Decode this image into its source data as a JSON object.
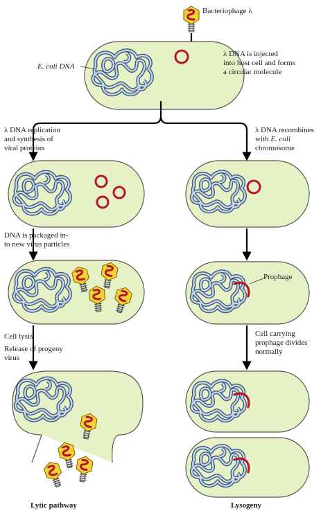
{
  "labels": {
    "phage": "Bacteriophage λ",
    "ecoli_dna": "E. coli DNA",
    "injected": "λ DNA is injected\ninto host cell and forms\na circular molecule",
    "replication": "λ DNA replication\nand synthesis of\nviral proteins",
    "recombines_1": "λ DNA recombines\nwith ",
    "recombines_ecoli": "E. coli",
    "recombines_2": "chromosome",
    "packaged": "DNA is packaged in-\nto new virus particles",
    "prophage": "Prophage",
    "lysis": "Cell lysis",
    "release": "Release of progeny\nvirus",
    "divides": "Cell carrying\nprophage divides\nnormally",
    "lytic": "Lytic pathway",
    "lysogeny": "Lysogeny"
  },
  "colors": {
    "cell_fill": "#e6f2c6",
    "cell_stroke": "#555555",
    "dna_outer": "#3d5a80",
    "dna_inner": "#c9d6e6",
    "viral_dna": "#b5152b",
    "capsid": "#f3d233",
    "arrow": "#000000"
  }
}
